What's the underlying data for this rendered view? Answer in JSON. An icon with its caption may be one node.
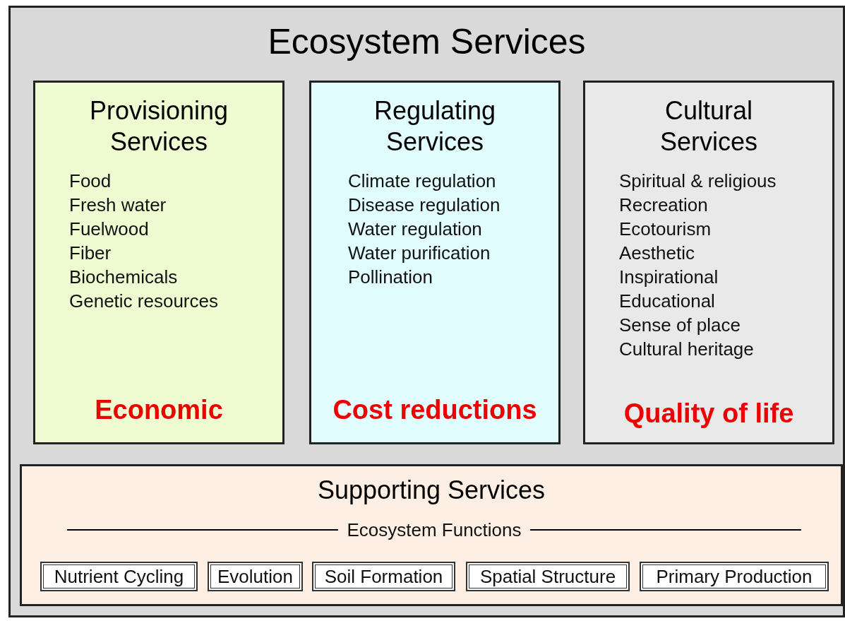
{
  "diagram": {
    "nodes": [
      {
        "text": [
          "Ecosystem Services"
        ]
      },
      {
        "text": [
          "Provisioning Services",
          "Food",
          "Fresh water",
          "Fuelwood",
          "Fiber",
          "Biochemicals",
          "Genetic resources",
          "Economic"
        ],
        "in": 0
      },
      {
        "text": [
          "Regulating Services",
          "Climate regulation",
          "Disease regulation",
          "Water regulation",
          "Water purification",
          "Pollination",
          "Cost reductions"
        ],
        "in": 0
      },
      {
        "text": [
          "Cultural Services",
          "Spiritual & religious",
          "Recreation",
          "Ecotourism",
          "Aesthetic",
          "Inspirational",
          "Educational",
          "Sense of place",
          "Cultural heritage",
          "Quality of life"
        ],
        "in": 0
      },
      {
        "text": [
          "Supporting Services",
          "Ecosystem Functions"
        ],
        "in": 0
      },
      {
        "text": [
          "Nutrient Cycling"
        ],
        "in": 4
      },
      {
        "text": [
          "Evolution"
        ],
        "in": 4
      },
      {
        "text": [
          "Soil Formation"
        ],
        "in": 4
      },
      {
        "text": [
          "Spatial Structure"
        ],
        "in": 4
      },
      {
        "text": [
          "Primary Production"
        ],
        "in": 4
      }
    ]
  }
}
